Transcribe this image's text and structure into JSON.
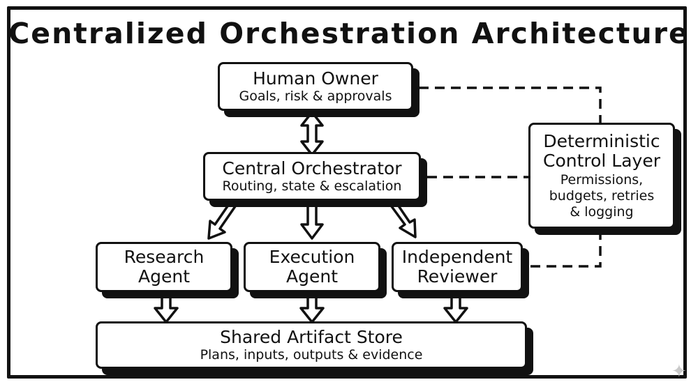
{
  "title": "Centralized Orchestration Architecture",
  "nodes": {
    "human_owner": {
      "title": "Human Owner",
      "subtitle": "Goals, risk & approvals"
    },
    "orchestrator": {
      "title": "Central Orchestrator",
      "subtitle": "Routing, state & escalation"
    },
    "control_layer": {
      "title_line1": "Deterministic",
      "title_line2": "Control Layer",
      "sub_line1": "Permissions,",
      "sub_line2": "budgets, retries",
      "sub_line3": "& logging"
    },
    "research": {
      "line1": "Research",
      "line2": "Agent"
    },
    "execution": {
      "line1": "Execution",
      "line2": "Agent"
    },
    "reviewer": {
      "line1": "Independent",
      "line2": "Reviewer"
    },
    "artifact_store": {
      "title": "Shared Artifact Store",
      "subtitle": "Plans, inputs, outputs & evidence"
    }
  },
  "colors": {
    "ink": "#111111",
    "background": "#ffffff",
    "sparkle": "#c9c9c9"
  },
  "icons": {
    "corner_mark": "sparkle-icon"
  }
}
